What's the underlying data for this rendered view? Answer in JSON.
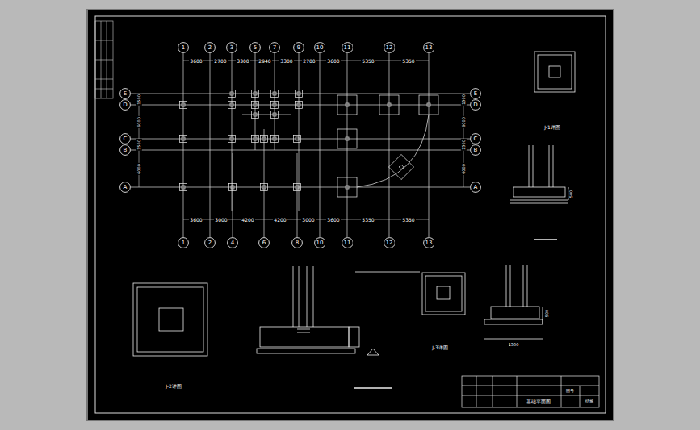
{
  "diagram": {
    "nodes": [
      {
        "text": [
          "1"
        ]
      },
      {
        "text": [
          "2"
        ]
      },
      {
        "text": [
          "3"
        ]
      },
      {
        "text": [
          "5"
        ]
      },
      {
        "text": [
          "7"
        ]
      },
      {
        "text": [
          "9"
        ]
      },
      {
        "text": [
          "10"
        ]
      },
      {
        "text": [
          "11"
        ]
      },
      {
        "text": [
          "12"
        ]
      },
      {
        "text": [
          "13"
        ]
      },
      {
        "text": [
          "E"
        ]
      },
      {
        "text": [
          "D"
        ]
      },
      {
        "text": [
          "C"
        ]
      },
      {
        "text": [
          "B"
        ]
      },
      {
        "text": [
          "A"
        ]
      },
      {
        "text": [
          "E"
        ]
      },
      {
        "text": [
          "D"
        ]
      },
      {
        "text": [
          "C"
        ]
      },
      {
        "text": [
          "B"
        ]
      },
      {
        "text": [
          "A"
        ]
      },
      {
        "text": [
          "1"
        ]
      },
      {
        "text": [
          "2"
        ]
      },
      {
        "text": [
          "4"
        ]
      },
      {
        "text": [
          "6"
        ]
      },
      {
        "text": [
          "8"
        ]
      },
      {
        "text": [
          "10"
        ]
      },
      {
        "text": [
          "11"
        ]
      },
      {
        "text": [
          "12"
        ]
      },
      {
        "text": [
          "13"
        ]
      }
    ],
    "edges": [
      {
        "from": 0,
        "to": 20,
        "arrow": "none"
      },
      {
        "from": 1,
        "to": 21,
        "arrow": "none"
      },
      {
        "from": 6,
        "to": 25,
        "arrow": "none"
      },
      {
        "from": 7,
        "to": 26,
        "arrow": "none"
      },
      {
        "from": 8,
        "to": 27,
        "arrow": "none"
      },
      {
        "from": 9,
        "to": 28,
        "arrow": "none"
      },
      {
        "from": 10,
        "to": 15,
        "arrow": "none"
      },
      {
        "from": 11,
        "to": 16,
        "arrow": "none"
      },
      {
        "from": 12,
        "to": 17,
        "arrow": "none"
      },
      {
        "from": 13,
        "to": 18,
        "arrow": "none"
      },
      {
        "from": 14,
        "to": 19,
        "arrow": "none"
      }
    ],
    "labels": [
      "3600",
      "2700",
      "3300",
      "2940",
      "3300",
      "2700",
      "3600",
      "5350",
      "5350",
      "3600",
      "3000",
      "4200",
      "4200",
      "3000",
      "3600",
      "5350",
      "5350",
      "1500",
      "6000",
      "1500",
      "6000",
      "1500",
      "6000",
      "1500",
      "6000",
      "J-1详图",
      "J-2详图",
      "J-3详图",
      "500",
      "500",
      "1500",
      "基础平面图",
      "图号",
      "结施"
    ]
  }
}
